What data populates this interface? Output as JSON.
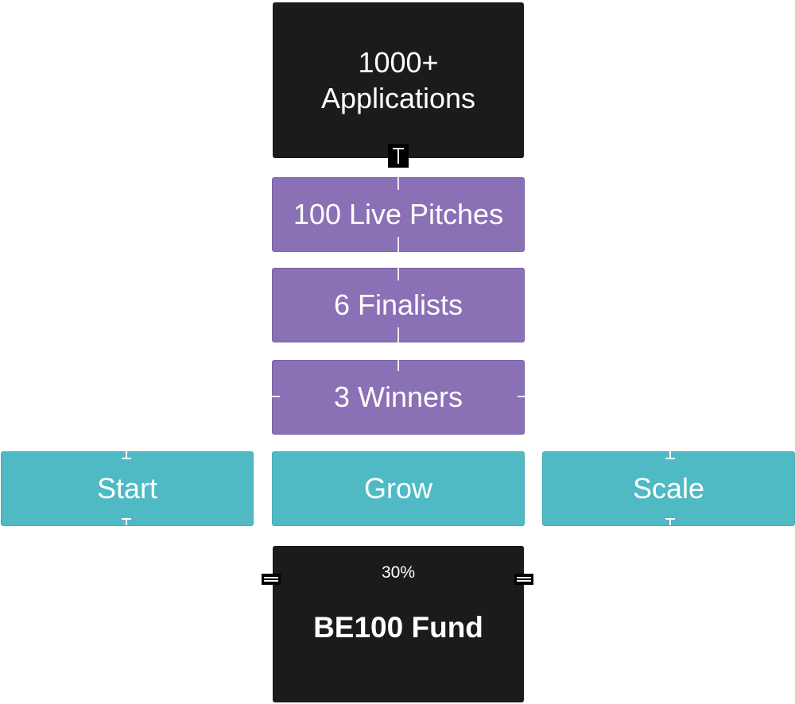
{
  "diagram": {
    "top": {
      "line1": "1000+",
      "line2": "Applications"
    },
    "stages": [
      {
        "label": "100 Live Pitches"
      },
      {
        "label": "6 Finalists"
      },
      {
        "label": "3 Winners"
      }
    ],
    "tracks": [
      {
        "label": "Start"
      },
      {
        "label": "Grow"
      },
      {
        "label": "Scale"
      }
    ],
    "fund": {
      "percent": "30%",
      "title": "BE100 Fund"
    }
  },
  "colors": {
    "dark": "#1b1b1b",
    "purple": "#8a70b5",
    "teal": "#4fbac4"
  }
}
